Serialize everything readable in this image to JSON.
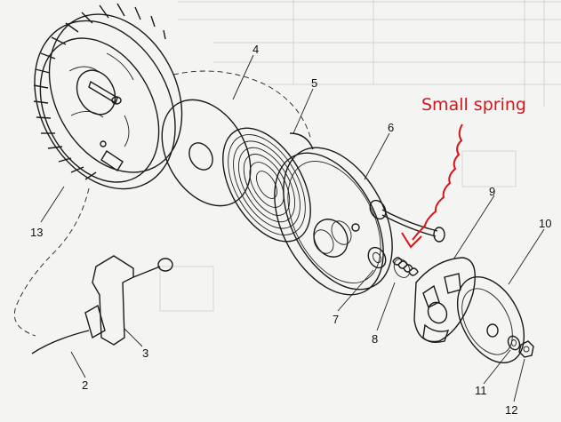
{
  "annotation": {
    "text": "Small spring",
    "color": "#d2161c"
  },
  "callouts": [
    {
      "id": "2",
      "label": "2"
    },
    {
      "id": "3",
      "label": "3"
    },
    {
      "id": "4",
      "label": "4"
    },
    {
      "id": "5",
      "label": "5"
    },
    {
      "id": "6",
      "label": "6"
    },
    {
      "id": "7",
      "label": "7"
    },
    {
      "id": "8",
      "label": "8"
    },
    {
      "id": "9",
      "label": "9"
    },
    {
      "id": "10",
      "label": "10"
    },
    {
      "id": "11",
      "label": "11"
    },
    {
      "id": "12",
      "label": "12"
    },
    {
      "id": "13",
      "label": "13"
    }
  ],
  "colors": {
    "ink": "#1a1a1a",
    "paper": "#f4f4f2"
  }
}
